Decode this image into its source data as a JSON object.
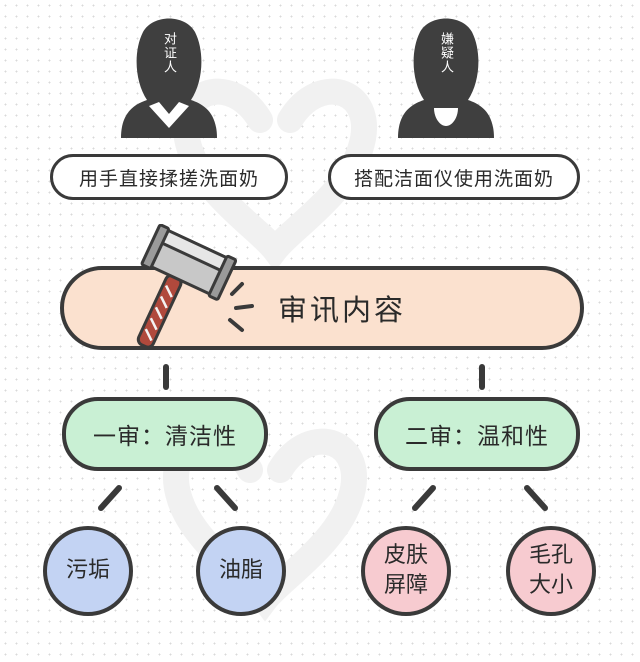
{
  "persons": [
    {
      "label": "对证人",
      "variant": "witness"
    },
    {
      "label": "嫌疑人",
      "variant": "suspect"
    }
  ],
  "methods": [
    "用手直接揉搓洗面奶",
    "搭配洁面仪使用洗面奶"
  ],
  "main": {
    "label": "审讯内容"
  },
  "rounds": [
    {
      "label": "一审：清洁性",
      "items": [
        "污垢",
        "油脂"
      ]
    },
    {
      "label": "二审：温和性",
      "items": [
        "皮肤屏障",
        "毛孔大小"
      ]
    }
  ],
  "icons": [
    "hammer-icon",
    "woman-silhouette-icon"
  ],
  "colors": {
    "outline": "#3a3a3a",
    "main_fill": "#fbe1cf",
    "round_fill": "#c9f0d4",
    "item_blue": "#c3d3f3",
    "item_pink": "#f7cbd0",
    "silhouette": "#3f3f3f"
  }
}
